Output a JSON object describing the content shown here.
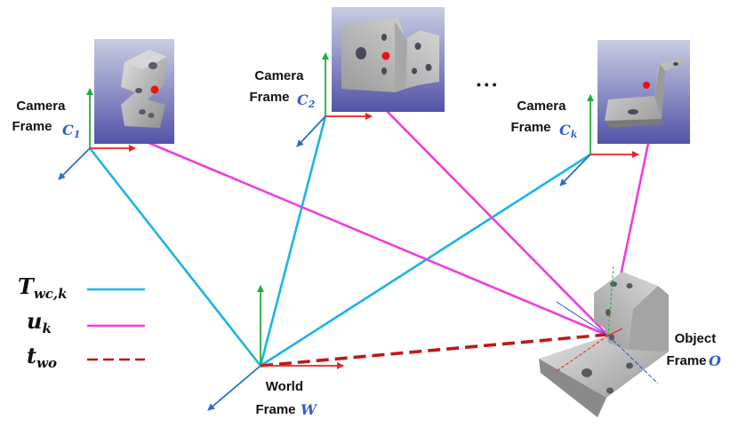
{
  "camera_1": {
    "line1": "Camera",
    "line2": "Frame",
    "symbol": "C",
    "subscript": "1"
  },
  "camera_2": {
    "line1": "Camera",
    "line2": "Frame",
    "symbol": "C",
    "subscript": "2"
  },
  "camera_k": {
    "line1": "Camera",
    "line2": "Frame",
    "symbol": "C",
    "subscript": "k"
  },
  "ellipsis": "• • •",
  "world": {
    "line1": "World",
    "line2": "Frame",
    "symbol": "W"
  },
  "object": {
    "line1": "Object",
    "line2": "Frame",
    "symbol": "O"
  },
  "legend": [
    {
      "symbol": "T",
      "subscript": "wc,k",
      "color": "#1cb4e6",
      "style": "solid"
    },
    {
      "symbol": "u",
      "subscript": "k",
      "color": "#ec3ee0",
      "style": "solid"
    },
    {
      "symbol": "t",
      "subscript": "wo",
      "color": "#c01818",
      "style": "dashed"
    }
  ],
  "colors": {
    "transform": "#1cb4e6",
    "projection": "#ec3ee0",
    "translation": "#c01818",
    "axis_x": "#ee2020",
    "axis_y": "#1fae3c",
    "axis_z": "#2e6fc0",
    "frame_symbol": "#2f5fd0",
    "camera_bg_top": "#c9cde2",
    "camera_bg_bottom": "#5253a8"
  }
}
